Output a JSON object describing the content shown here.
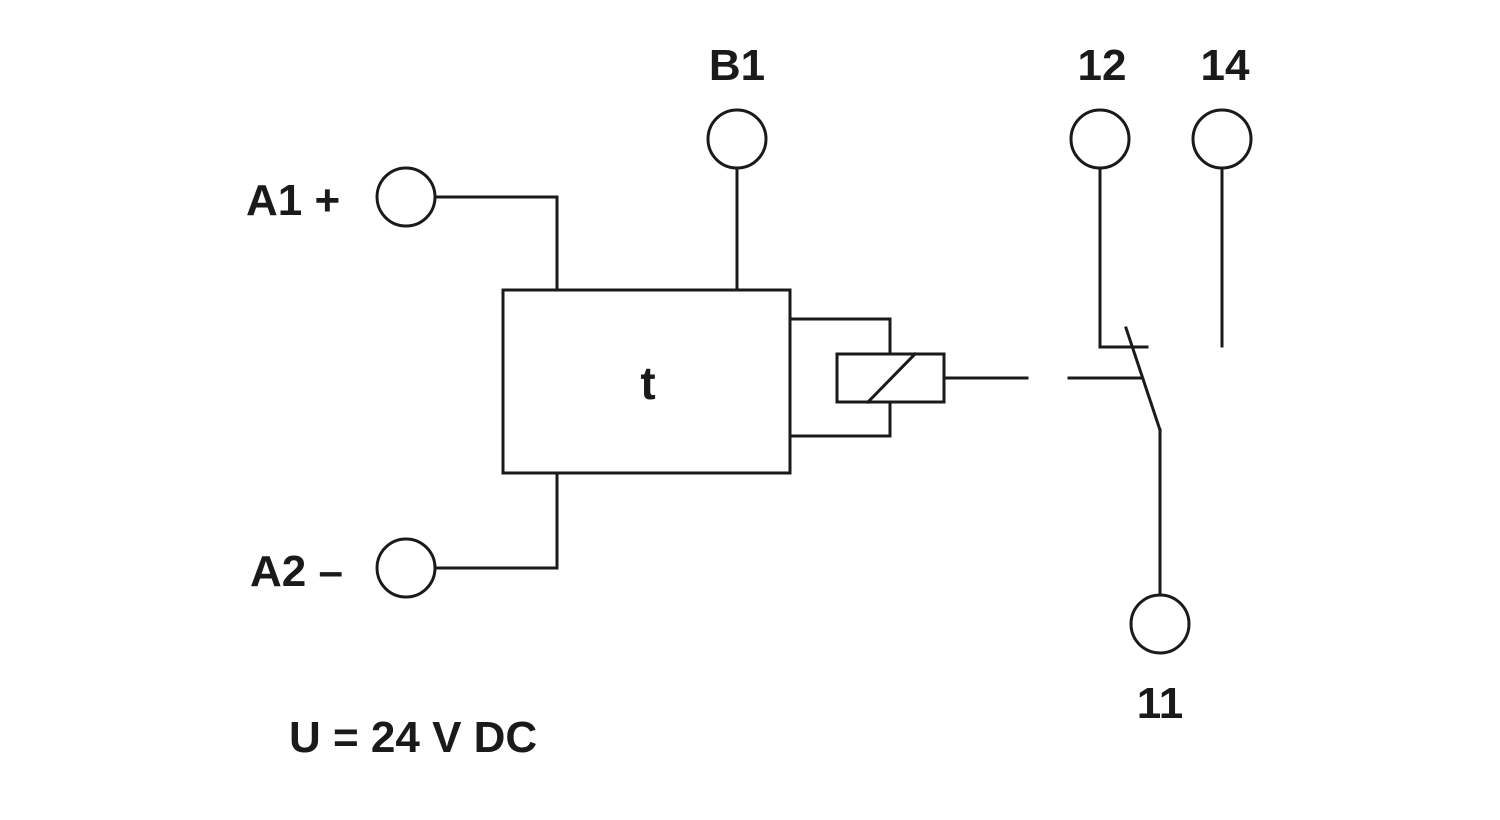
{
  "terminals": {
    "a1": "A1 +",
    "a2": "A2 –",
    "b1": "B1",
    "t12": "12",
    "t14": "14",
    "t11": "11"
  },
  "timer_block": {
    "label": "t"
  },
  "supply": {
    "label": "U = 24 V DC"
  }
}
